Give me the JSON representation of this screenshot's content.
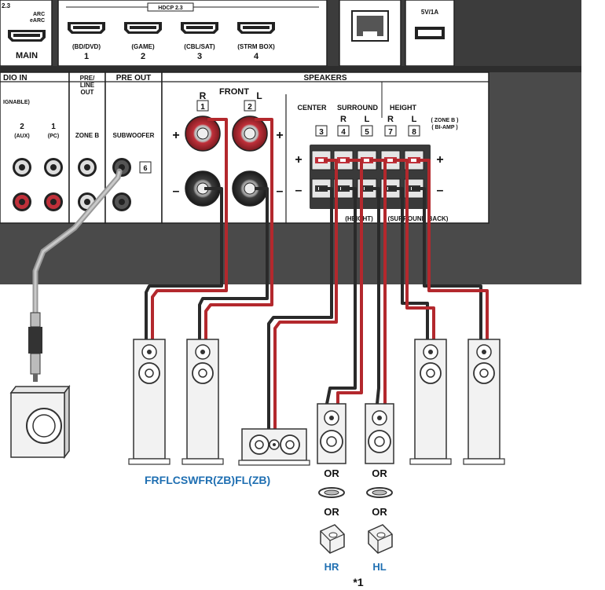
{
  "top_panel": {
    "hdmi_header_left": "2.3",
    "arc_line1": "ARC",
    "arc_line2": "eARC",
    "main_label": "MAIN",
    "hdcp_label": "HDCP 2.3",
    "inputs": [
      {
        "name": "(BD/DVD)",
        "num": "1"
      },
      {
        "name": "(GAME)",
        "num": "2"
      },
      {
        "name": "(CBL/SAT)",
        "num": "3"
      },
      {
        "name": "(STRM BOX)",
        "num": "4"
      }
    ],
    "usb_label": "5V/1A"
  },
  "lower_panel": {
    "audio_in": "DIO IN",
    "signable": "IGNABLE)",
    "in2_num": "2",
    "in2_name": "(AUX)",
    "in1_num": "1",
    "in1_name": "(PC)",
    "pre_line_out": [
      "PRE/",
      "LINE",
      "OUT"
    ],
    "pre_out": "PRE OUT",
    "zone_b": "ZONE B",
    "subwoofer": "SUBWOOFER",
    "sub_num": "6"
  },
  "speakers": {
    "title": "SPEAKERS",
    "front": "FRONT",
    "front_r": "R",
    "front_l": "L",
    "front_r_num": "1",
    "front_l_num": "2",
    "center": "CENTER",
    "center_num": "3",
    "surround": "SURROUND",
    "surround_r": "R",
    "surround_l": "L",
    "surround_r_num": "4",
    "surround_l_num": "5",
    "height": "HEIGHT",
    "height_r": "R",
    "height_l": "L",
    "height_r_num": "7",
    "height_l_num": "8",
    "zone_b_note": "( ZONE B )",
    "bi_amp_note": "( BI-AMP )",
    "bottom_note_1": "(HEIGHT)",
    "bottom_note_2": "(SURROUND BACK)",
    "plus": "+",
    "minus": "–"
  },
  "legend": {
    "front_labels": "FRFLCSWFR(ZB)FL(ZB)",
    "or": "OR",
    "hr": "HR",
    "hl": "HL",
    "footnote": "*1"
  },
  "colors": {
    "cable_red": "#b3282d",
    "cable_dark": "#2a2a2a",
    "panel_dark": "#4a4a4a",
    "label_blue": "#1f6fb2"
  }
}
